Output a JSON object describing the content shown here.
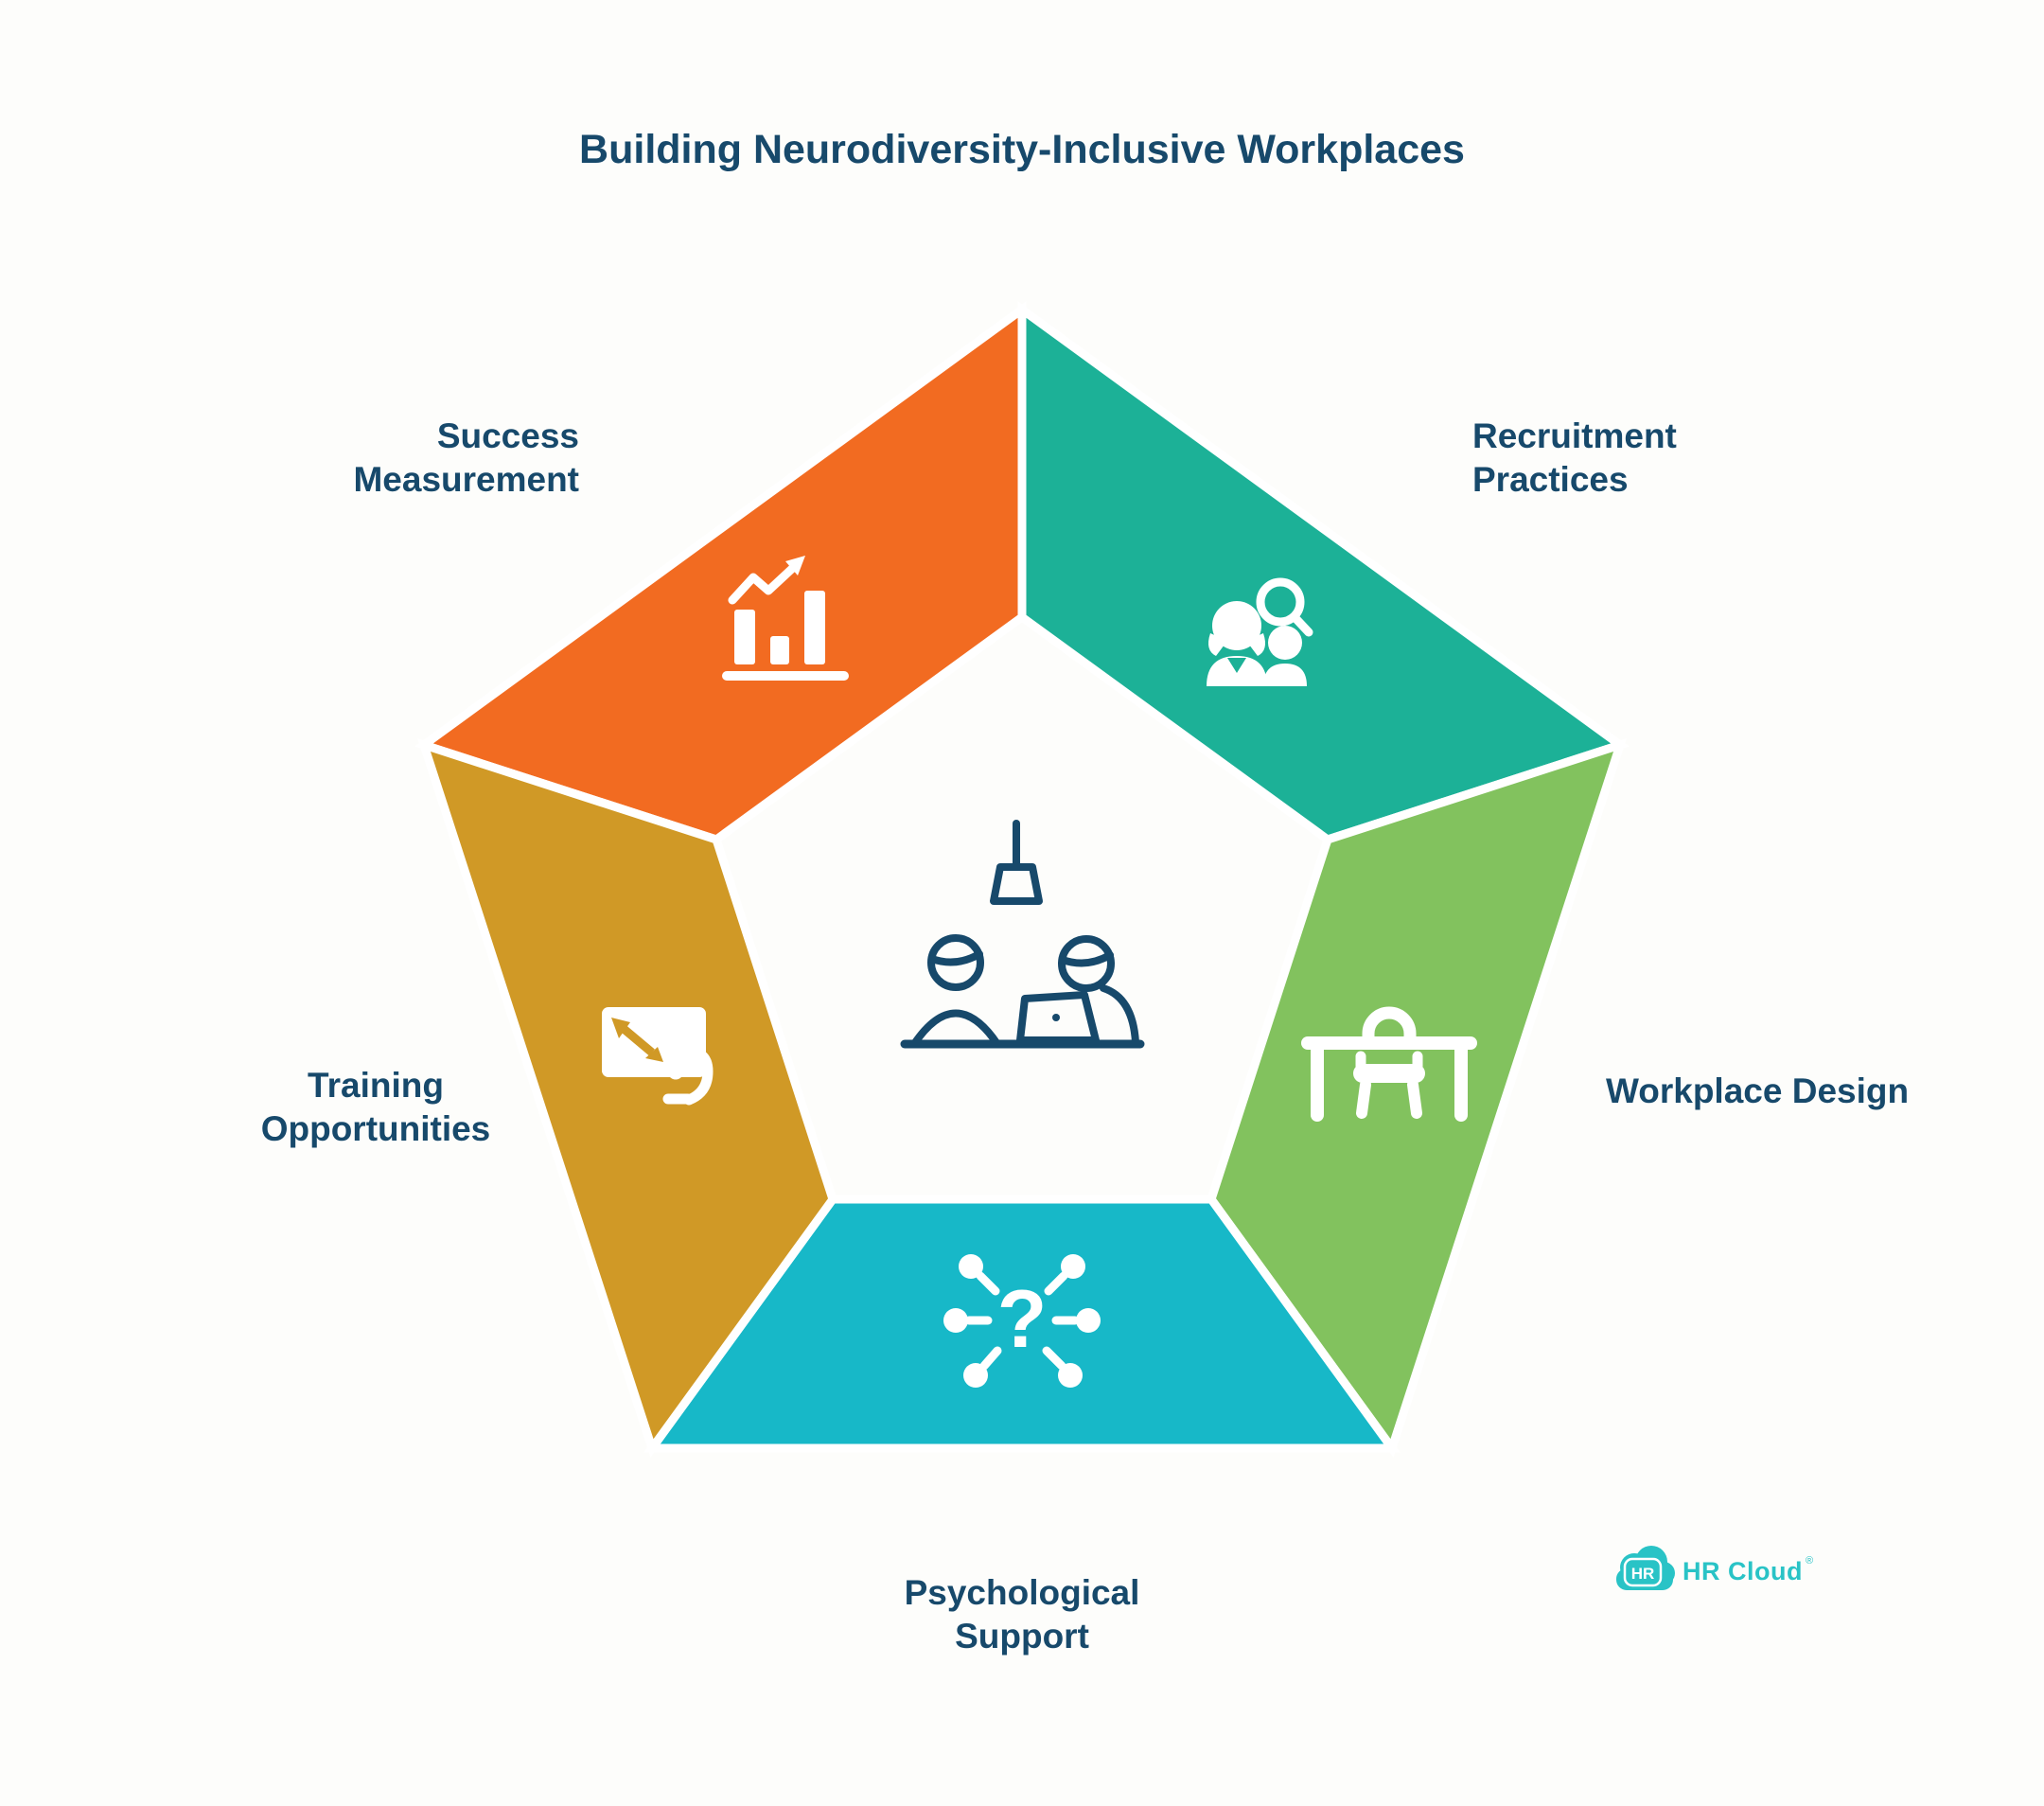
{
  "title": "Building Neurodiversity-Inclusive Workplaces",
  "colors": {
    "background": "#FDFDFB",
    "navy": "#17496B",
    "white": "#FFFFFF"
  },
  "segments": [
    {
      "lines": [
        "Success",
        "Measurement"
      ],
      "color": "#F26B21",
      "icon": "bar-chart-growth-icon"
    },
    {
      "lines": [
        "Recruitment",
        "Practices"
      ],
      "color": "#1CB197",
      "icon": "people-search-icon"
    },
    {
      "lines": [
        "Workplace Design"
      ],
      "color": "#82C25E",
      "icon": "desk-chair-icon"
    },
    {
      "lines": [
        "Psychological",
        "Support"
      ],
      "color": "#17B8C8",
      "icon": "question-network-icon",
      "icon_glyph": "?"
    },
    {
      "lines": [
        "Training",
        "Opportunities"
      ],
      "color": "#D09926",
      "icon": "screen-touch-icon"
    }
  ],
  "center_icon": "two-people-working-at-desk-with-lamp",
  "logo": {
    "badge": "HR",
    "text": "HR Cloud",
    "reg": "®",
    "color": "#29C3C6"
  }
}
